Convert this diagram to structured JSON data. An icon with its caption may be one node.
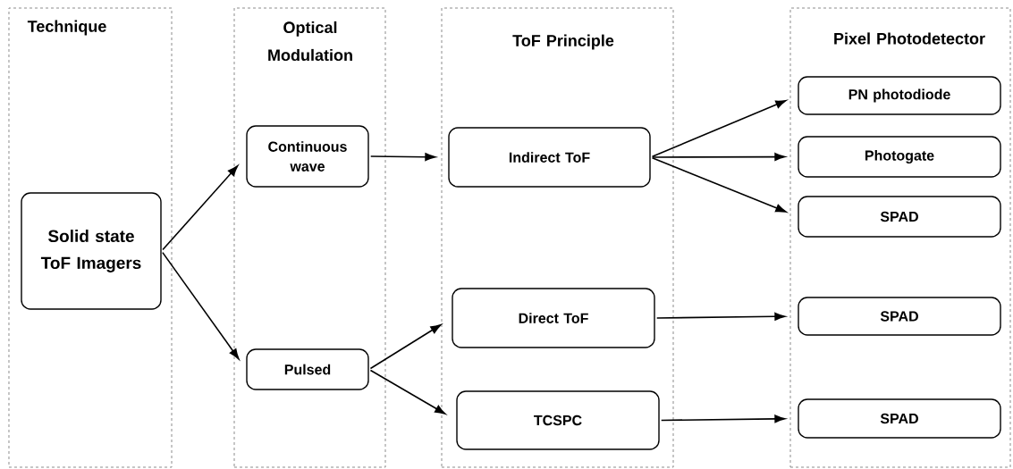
{
  "diagram": {
    "nodes": [
      {
        "text": [
          "Technique"
        ]
      },
      {
        "text": [
          "Solid state ToF Imagers"
        ],
        "in": 0
      },
      {
        "text": [
          "Optical Modulation"
        ]
      },
      {
        "text": [
          "Continuous wave"
        ],
        "in": 2
      },
      {
        "text": [
          "Pulsed"
        ],
        "in": 2
      },
      {
        "text": [
          "ToF Principle"
        ]
      },
      {
        "text": [
          "Indirect ToF"
        ],
        "in": 5
      },
      {
        "text": [
          "Direct ToF"
        ],
        "in": 5
      },
      {
        "text": [
          "TCSPC"
        ],
        "in": 5
      },
      {
        "text": [
          "Pixel Photodetector"
        ]
      },
      {
        "text": [
          "PN photodiode"
        ],
        "in": 9
      },
      {
        "text": [
          "Photogate"
        ],
        "in": 9
      },
      {
        "text": [
          "SPAD"
        ],
        "in": 9
      },
      {
        "text": [
          "SPAD"
        ],
        "in": 9
      },
      {
        "text": [
          "SPAD"
        ],
        "in": 9
      }
    ],
    "edges": [
      {
        "from": 1,
        "to": 3,
        "arrow": "to"
      },
      {
        "from": 1,
        "to": 4,
        "arrow": "to"
      },
      {
        "from": 3,
        "to": 6,
        "arrow": "to"
      },
      {
        "from": 4,
        "to": 7,
        "arrow": "to"
      },
      {
        "from": 4,
        "to": 8,
        "arrow": "to"
      },
      {
        "from": 6,
        "to": 10,
        "arrow": "to"
      },
      {
        "from": 6,
        "to": 11,
        "arrow": "to"
      },
      {
        "from": 6,
        "to": 12,
        "arrow": "to"
      },
      {
        "from": 7,
        "to": 13,
        "arrow": "to"
      },
      {
        "from": 8,
        "to": 14,
        "arrow": "to"
      }
    ]
  }
}
